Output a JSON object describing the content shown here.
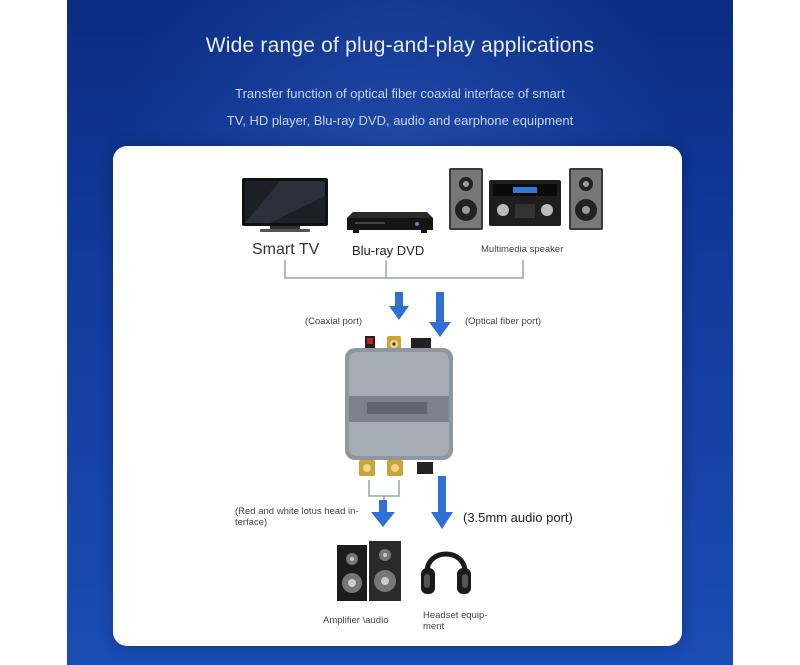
{
  "header": {
    "title": "Wide range of plug-and-play applications",
    "subtitle_line1": "Transfer function of optical fiber coaxial interface of smart",
    "subtitle_line2": "TV, HD player, Blu-ray DVD, audio and earphone equipment"
  },
  "sources": {
    "smart_tv": "Smart TV",
    "bluray": "Blu-ray DVD",
    "speaker": "Multimedia speaker"
  },
  "inputs": {
    "coaxial": "(Coaxial port)",
    "optical": "(Optical fiber port)"
  },
  "outputs": {
    "rca_line1": "(Red and white lotus head in-",
    "rca_line2": "terface)",
    "audio_port": "(3.5mm audio port)"
  },
  "devices": {
    "amplifier": "Amplifier \\audio",
    "headset_line1": "Headset equip-",
    "headset_line2": "ment"
  },
  "colors": {
    "panel_bg": "#123a9c",
    "arrow": "#2f6fd6",
    "device_body": "#8e979f"
  }
}
